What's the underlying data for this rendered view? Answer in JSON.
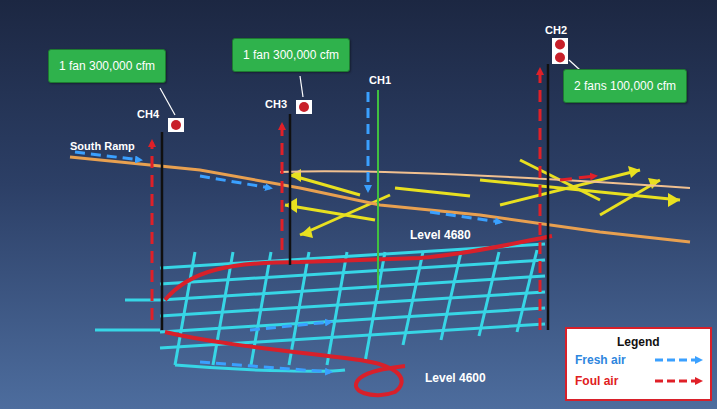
{
  "diagram": {
    "nodes": [
      {
        "text": [
          "1 fan 300,000 cfm"
        ]
      },
      {
        "text": [
          "1 fan 300,000 cfm"
        ]
      },
      {
        "text": [
          "2 fans 100,000 cfm"
        ]
      }
    ],
    "labels": [
      "CH4",
      "CH3",
      "CH1",
      "CH2",
      "South Ramp",
      "Level 4680",
      "Level 4600",
      "Legend"
    ],
    "legend": [
      {
        "text": "Fresh air"
      },
      {
        "text": "Foul air"
      }
    ]
  }
}
